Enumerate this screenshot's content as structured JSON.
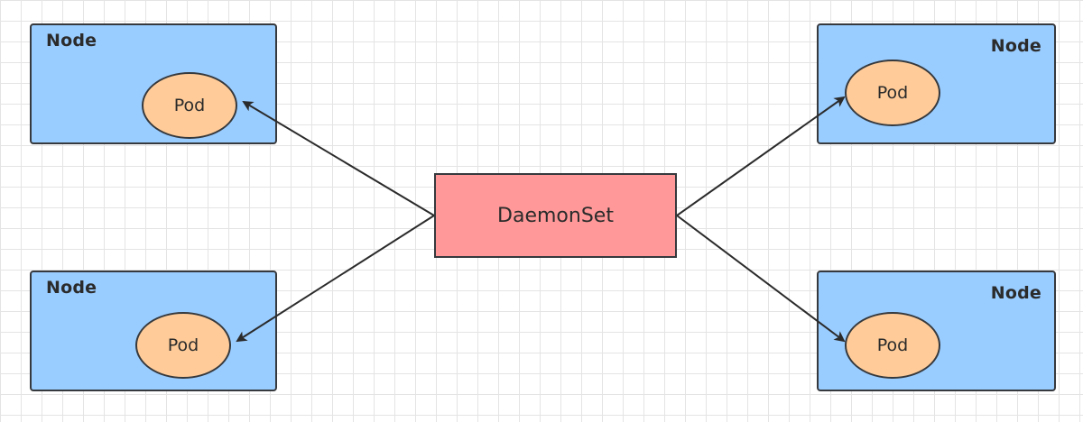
{
  "diagram": {
    "center": {
      "label": "DaemonSet"
    },
    "nodes": [
      {
        "label": "Node",
        "pod": "Pod"
      },
      {
        "label": "Node",
        "pod": "Pod"
      },
      {
        "label": "Node",
        "pod": "Pod"
      },
      {
        "label": "Node",
        "pod": "Pod"
      }
    ]
  },
  "colors": {
    "node_fill": "#99ccff",
    "pod_fill": "#ffcc99",
    "daemonset_fill": "#ff9999",
    "stroke": "#36393d",
    "grid": "#e4e4e4"
  }
}
